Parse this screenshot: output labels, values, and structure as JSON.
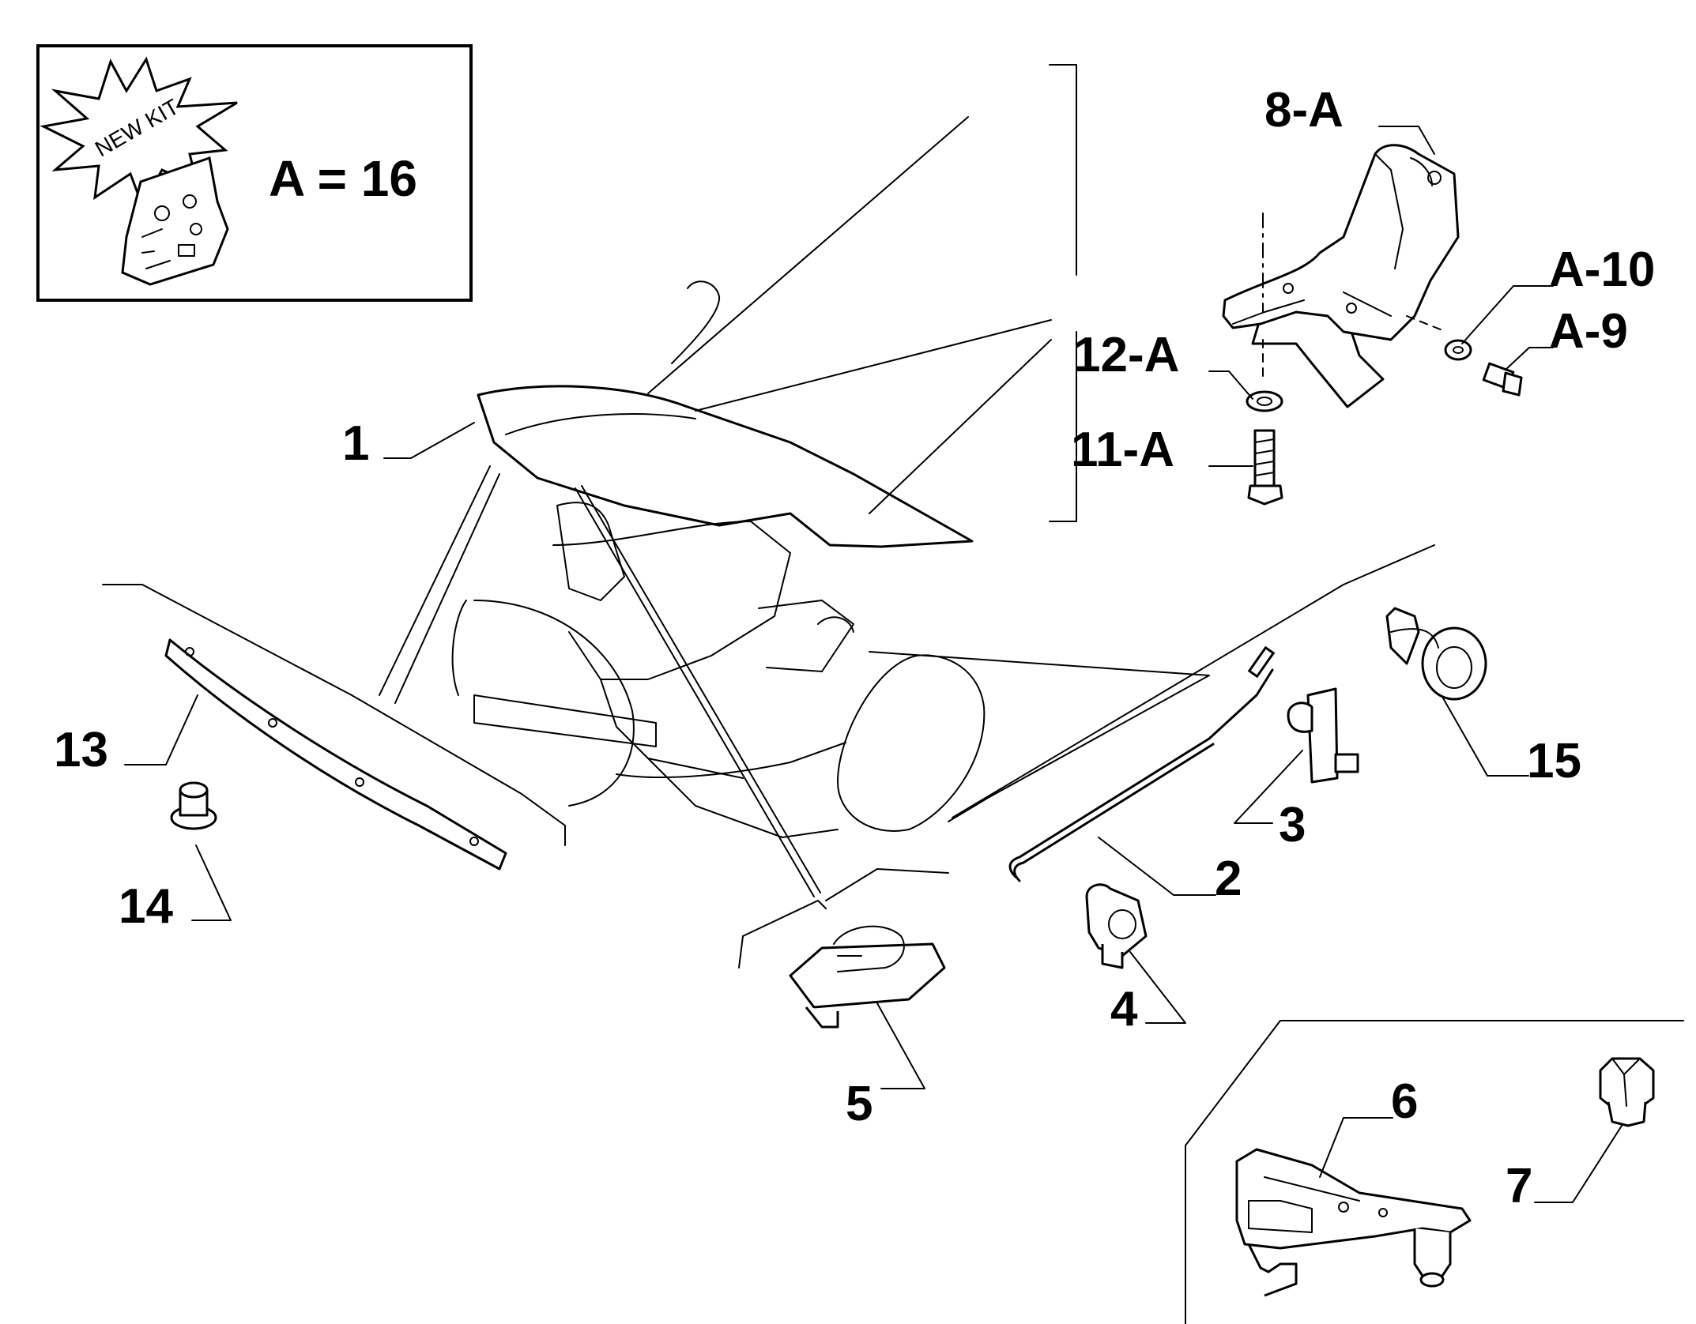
{
  "kit_box": {
    "badge_text": "NEW KIT",
    "formula": "A = 16"
  },
  "callouts": {
    "c1": "1",
    "c2": "2",
    "c3": "3",
    "c4": "4",
    "c5": "5",
    "c6": "6",
    "c7": "7",
    "c8a": "8-A",
    "a10": "A-10",
    "a9": "A-9",
    "c12a": "12-A",
    "c11a": "11-A",
    "c13": "13",
    "c14": "14",
    "c15": "15"
  }
}
